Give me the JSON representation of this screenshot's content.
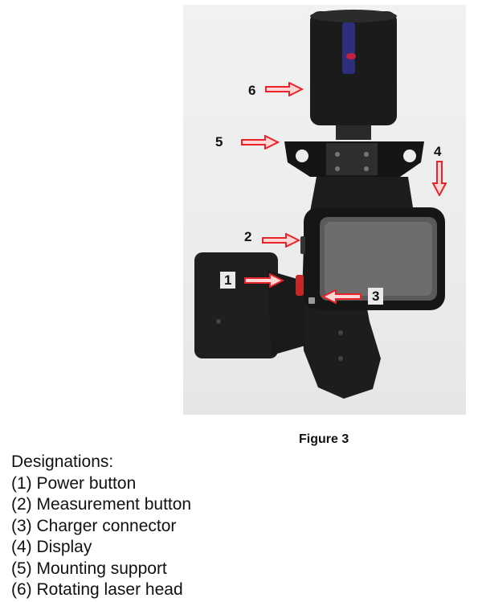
{
  "figure": {
    "caption": "Figure 3",
    "callouts": [
      "1",
      "2",
      "3",
      "4",
      "5",
      "6"
    ],
    "colors": {
      "arrow": "#e8232a",
      "device": "#1a1a1a",
      "background": "#ececec"
    }
  },
  "legend": {
    "heading": "Designations:",
    "items": [
      "(1) Power button",
      "(2) Measurement button",
      "(3) Charger connector",
      "(4) Display",
      "(5) Mounting support",
      "(6) Rotating laser head"
    ]
  }
}
